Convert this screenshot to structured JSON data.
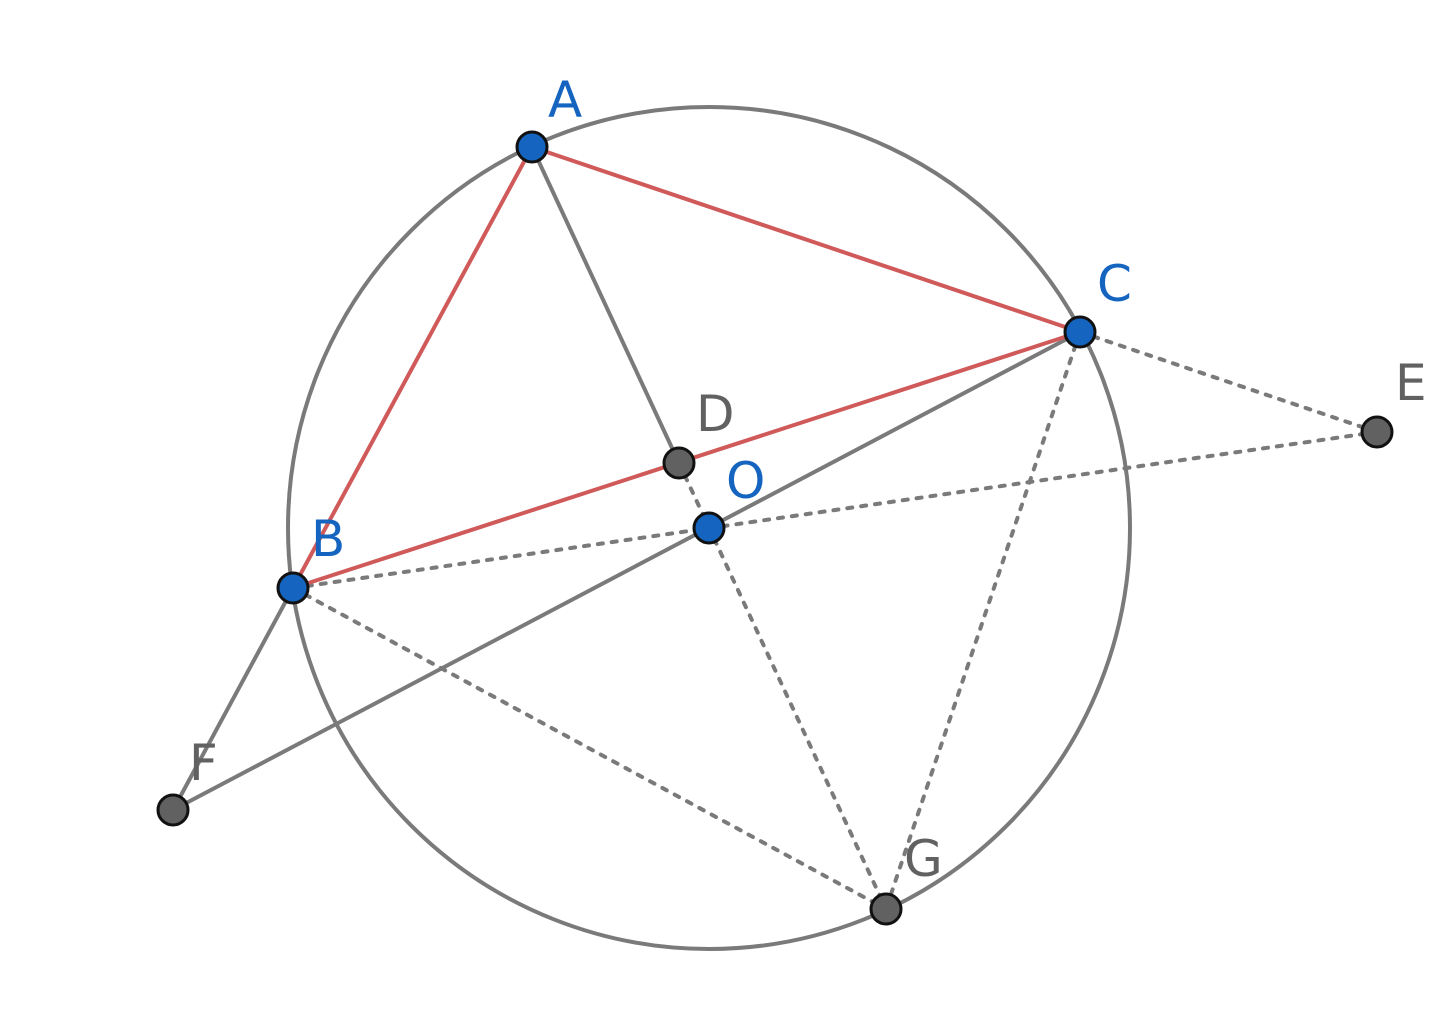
{
  "points": [
    {
      "id": "A",
      "label": "A",
      "color": "#1565c0"
    },
    {
      "id": "B",
      "label": "B",
      "color": "#1565c0"
    },
    {
      "id": "C",
      "label": "C",
      "color": "#1565c0"
    },
    {
      "id": "D",
      "label": "D",
      "color": "#616161"
    },
    {
      "id": "O",
      "label": "O",
      "color": "#1565c0"
    },
    {
      "id": "E",
      "label": "E",
      "color": "#616161"
    },
    {
      "id": "F",
      "label": "F",
      "color": "#616161"
    },
    {
      "id": "G",
      "label": "G",
      "color": "#616161"
    }
  ],
  "colors": {
    "triangle": "#d05a5a",
    "solid_segment": "#7a7a7a",
    "circle": "#7a7a7a",
    "dotted_segment": "#7a7a7a",
    "free_point": "#1565c0",
    "dependent_point": "#616161",
    "point_outline": "#111111",
    "dependent_label": "#616161",
    "free_label": "#1565c0"
  }
}
